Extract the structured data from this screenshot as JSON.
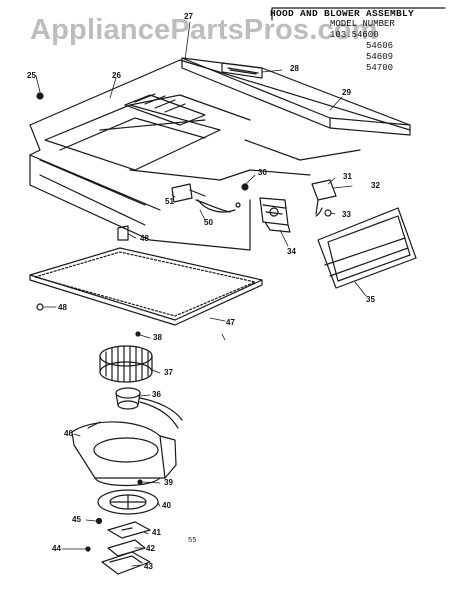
{
  "watermark": "AppliancePartsPros.com",
  "title": {
    "heading": "HOOD AND BLOWER ASSEMBLY",
    "model_label": "MODEL NUMBER",
    "models": [
      "103.54600",
      "54606",
      "54609",
      "54700"
    ]
  },
  "page_code": "55",
  "callouts": {
    "c27": "27",
    "c25": "25",
    "c26": "26",
    "c28": "28",
    "c29": "29",
    "c30": "30",
    "c31": "31",
    "c32": "32",
    "c33": "33",
    "c34": "34",
    "c35": "35",
    "c36": "36",
    "c37": "37",
    "c38": "38",
    "c39": "39",
    "c40": "40",
    "c41": "41",
    "c42": "42",
    "c43": "43",
    "c44": "44",
    "c45": "45",
    "c46": "46",
    "c47": "47",
    "c48a": "48",
    "c48b": "48",
    "c50": "50",
    "c51": "51"
  }
}
